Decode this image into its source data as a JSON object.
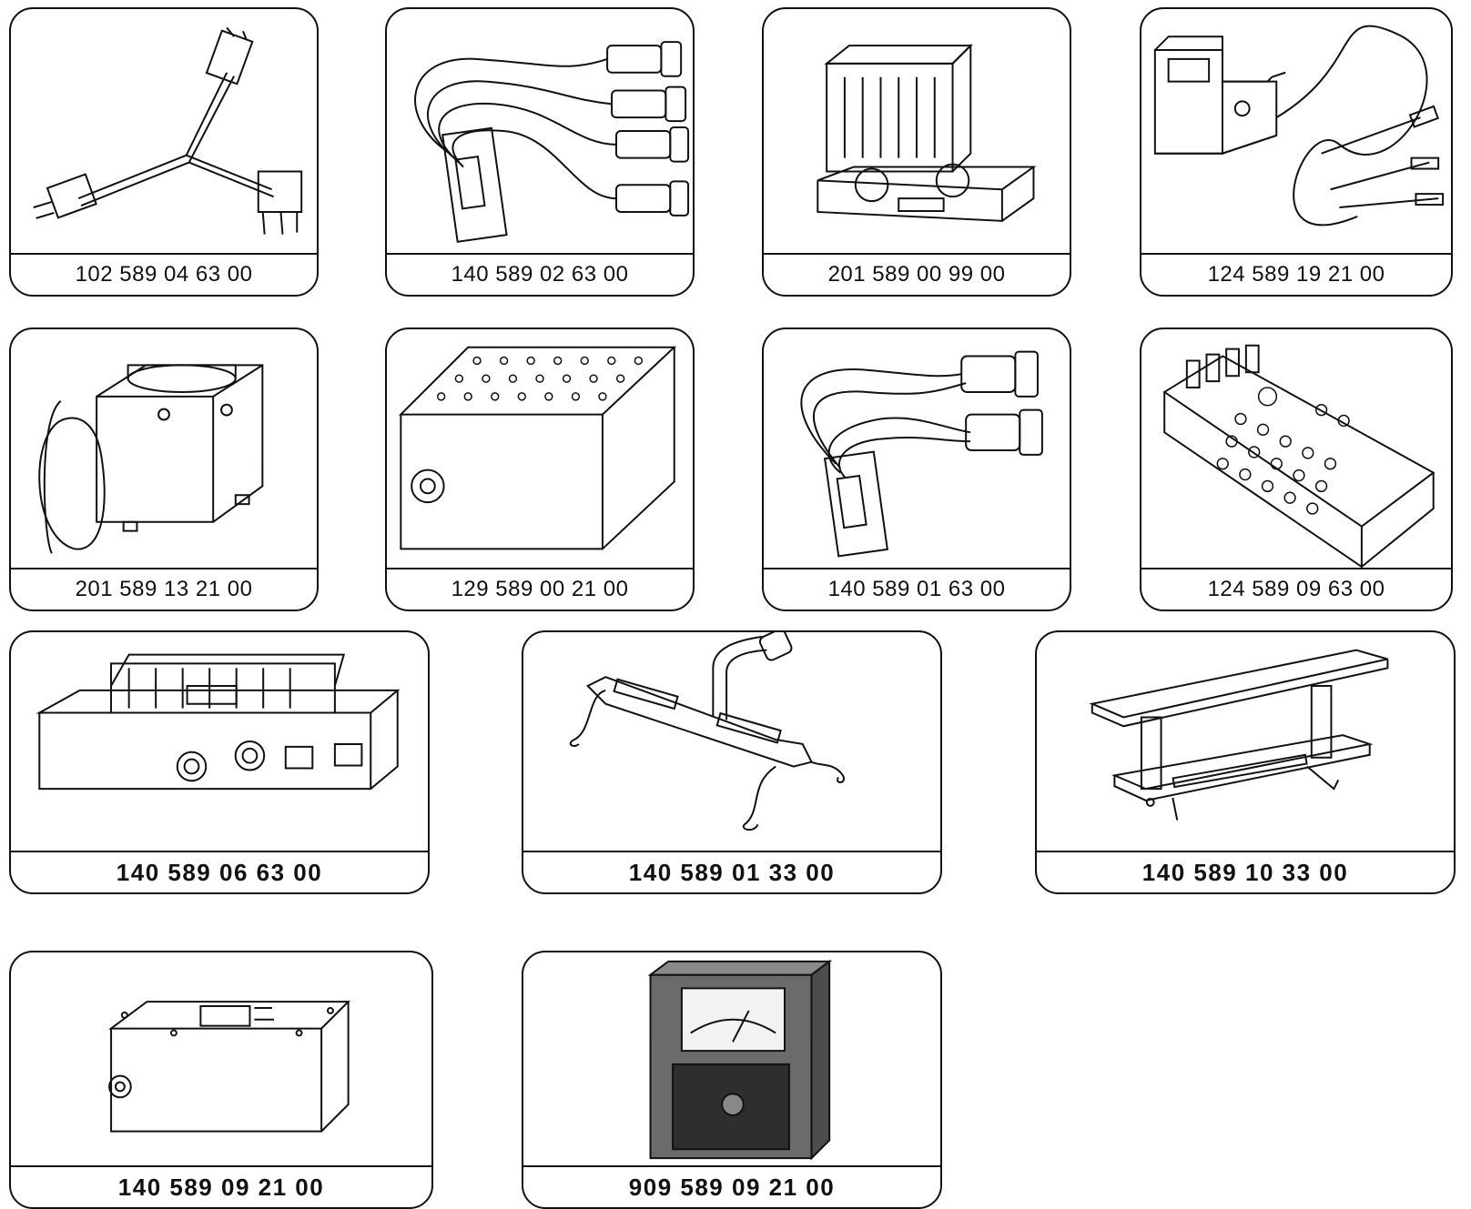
{
  "parts": [
    {
      "number": "102 589 04 63 00",
      "icon": "y-cable-adapter-icon"
    },
    {
      "number": "140 589 02 63 00",
      "icon": "multi-connector-cable-icon"
    },
    {
      "number": "201 589 00 99 00",
      "icon": "tool-case-icon"
    },
    {
      "number": "124 589 19 21 00",
      "icon": "tester-with-probe-leads-icon"
    },
    {
      "number": "201 589 13 21 00",
      "icon": "dial-gauge-unit-icon"
    },
    {
      "number": "129 589 00 21 00",
      "icon": "socket-box-icon"
    },
    {
      "number": "140 589 01 63 00",
      "icon": "dual-connector-cable-icon"
    },
    {
      "number": "124 589 09 63 00",
      "icon": "test-socket-panel-icon"
    },
    {
      "number": "140 589 06 63 00",
      "icon": "control-unit-test-fixture-icon"
    },
    {
      "number": "140 589 01 33 00",
      "icon": "holding-bracket-icon"
    },
    {
      "number": "140 589 10 33 00",
      "icon": "support-stand-icon"
    },
    {
      "number": "140 589 09 21 00",
      "icon": "switch-box-icon"
    },
    {
      "number": "909 589 09 21 00",
      "icon": "analog-meter-icon"
    }
  ]
}
